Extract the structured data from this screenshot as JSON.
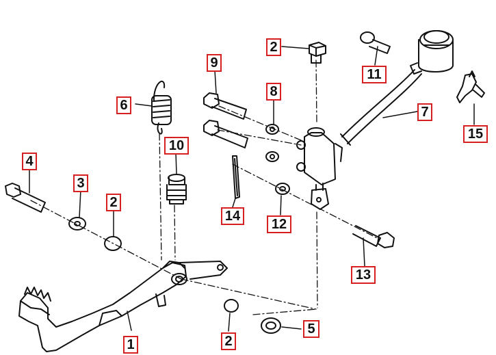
{
  "callouts": {
    "c1": "1",
    "c2a": "2",
    "c2b": "2",
    "c2c": "2",
    "c3": "3",
    "c4": "4",
    "c5": "5",
    "c6": "6",
    "c7": "7",
    "c8": "8",
    "c9": "9",
    "c10": "10",
    "c11": "11",
    "c12": "12",
    "c13": "13",
    "c14": "14",
    "c15": "15"
  },
  "colors": {
    "callout_border": "#d42020",
    "line": "#111111"
  }
}
